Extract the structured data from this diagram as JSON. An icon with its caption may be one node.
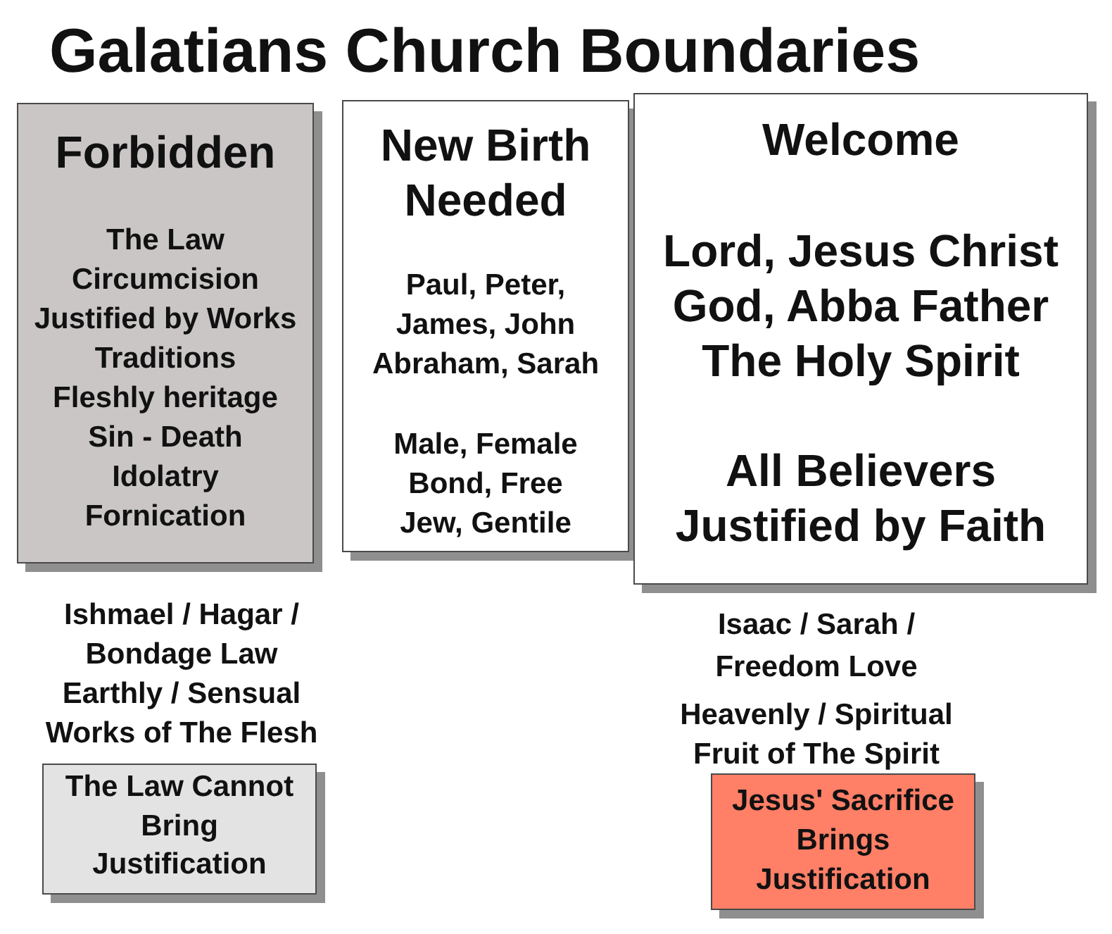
{
  "diagram": {
    "title": "Galatians Church Boundaries",
    "nodes": [
      {
        "text": [
          "Forbidden",
          "The Law",
          "Circumcision",
          "Justified by Works",
          "Traditions",
          "Fleshly heritage",
          "Sin - Death",
          "Idolatry",
          "Fornication"
        ]
      },
      {
        "text": [
          "New Birth Needed",
          "Paul, Peter, James, John Abraham, Sarah",
          "Male, Female",
          "Bond, Free",
          "Jew, Gentile"
        ]
      },
      {
        "text": [
          "Welcome",
          "Lord, Jesus Christ",
          "God, Abba Father",
          "The Holy Spirit",
          "All Believers Justified by Faith"
        ]
      },
      {
        "text": [
          "The Law Cannot Bring Justification"
        ]
      },
      {
        "text": [
          "Jesus' Sacrifice Brings Justification"
        ]
      }
    ],
    "labels": [
      "Ishmael / Hagar / Bondage Law",
      "Earthly / Sensual Works of The Flesh",
      "Isaac / Sarah / Freedom Love",
      "Heavenly / Spiritual Fruit of The Spirit"
    ]
  }
}
